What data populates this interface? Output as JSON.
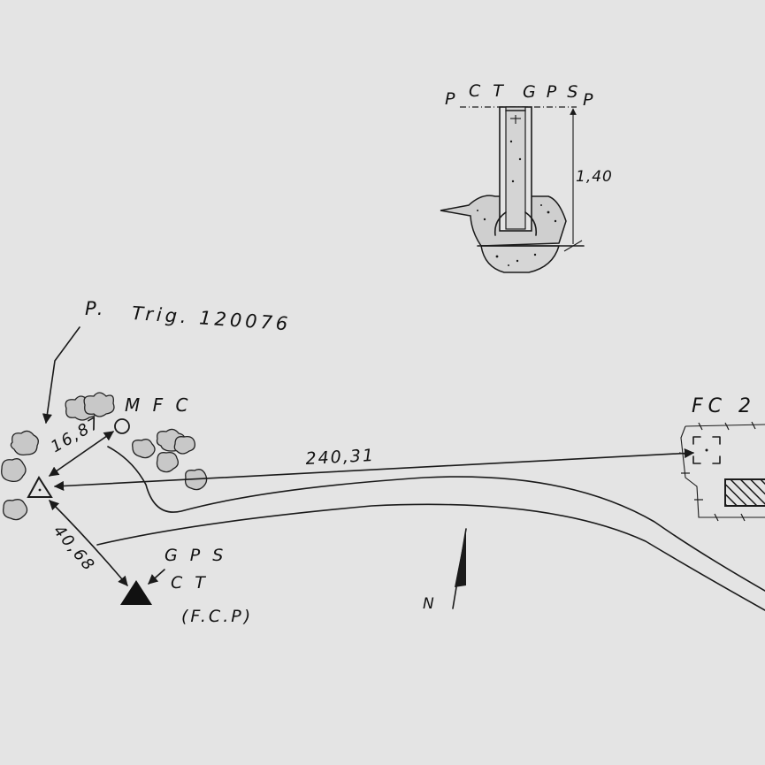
{
  "section": {
    "p_left": "P",
    "ct": "C T",
    "gps": "G P S",
    "p_right": "P",
    "depth": "1,40"
  },
  "plan": {
    "trig_marker": "P.",
    "trig_label": "Trig. 120076",
    "mfc": "M F C",
    "fc2": "FC 2",
    "gps": "G P S",
    "ct": "C T",
    "fcp": "(F.C.P)",
    "north": "N"
  },
  "distances": {
    "to_mfc": "16,87",
    "to_fc2": "240,31",
    "to_ct": "40,68"
  }
}
